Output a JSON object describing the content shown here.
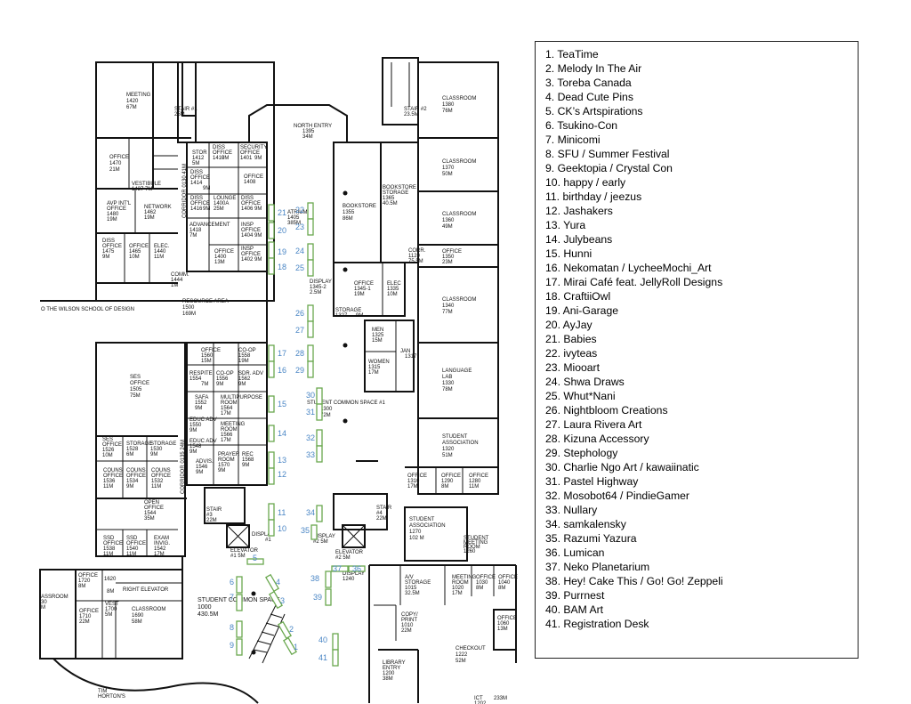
{
  "legend": [
    {
      "num": "1",
      "name": "TeaTime"
    },
    {
      "num": "2",
      "name": "Melody In The Air"
    },
    {
      "num": "3",
      "name": "Toreba Canada"
    },
    {
      "num": "4",
      "name": "Dead Cute Pins"
    },
    {
      "num": "5",
      "name": "CK’s Artspirations"
    },
    {
      "num": "6",
      "name": "Tsukino-Con"
    },
    {
      "num": "7",
      "name": "Minicomi"
    },
    {
      "num": "8",
      "name": "SFU / Summer Festival"
    },
    {
      "num": "9",
      "name": "Geektopia / Crystal Con"
    },
    {
      "num": "10",
      "name": "happy / early"
    },
    {
      "num": "11",
      "name": "birthday / jeezus"
    },
    {
      "num": "12",
      "name": "Jashakers"
    },
    {
      "num": "13",
      "name": "Yura"
    },
    {
      "num": "14",
      "name": "Julybeans"
    },
    {
      "num": "15",
      "name": "Hunni"
    },
    {
      "num": "16",
      "name": "Nekomatan / LycheeMochi_Art"
    },
    {
      "num": "17",
      "name": "Mirai Café feat. JellyRoll Designs"
    },
    {
      "num": "18",
      "name": "CraftiiOwl"
    },
    {
      "num": "19",
      "name": "Ani-Garage"
    },
    {
      "num": "20",
      "name": "AyJay"
    },
    {
      "num": "21",
      "name": "Babies"
    },
    {
      "num": "22",
      "name": "ivyteas"
    },
    {
      "num": "23",
      "name": "Miooart"
    },
    {
      "num": "24",
      "name": "Shwa Draws"
    },
    {
      "num": "25",
      "name": "Whut*Nani"
    },
    {
      "num": "26",
      "name": "Nightbloom Creations"
    },
    {
      "num": "27",
      "name": "Laura Rivera Art"
    },
    {
      "num": "28",
      "name": "Kizuna Accessory"
    },
    {
      "num": "29",
      "name": "Stephology"
    },
    {
      "num": "30",
      "name": "Charlie Ngo Art / kawaiinatic"
    },
    {
      "num": "31",
      "name": "Pastel Highway"
    },
    {
      "num": "32",
      "name": "Mosobot64 / PindieGamer"
    },
    {
      "num": "33",
      "name": "Nullary"
    },
    {
      "num": "34",
      "name": "samkalensky"
    },
    {
      "num": "35",
      "name": "Razumi Yazura"
    },
    {
      "num": "36",
      "name": "Lumican"
    },
    {
      "num": "37",
      "name": "Neko Planetarium"
    },
    {
      "num": "38",
      "name": "Hey! Cake This / Go! Go! Zeppeli"
    },
    {
      "num": "39",
      "name": "Purrnest"
    },
    {
      "num": "40",
      "name": "BAM Art"
    },
    {
      "num": "41",
      "name": "Registration Desk"
    }
  ],
  "rooms": {
    "meeting_1420": [
      "MEETING",
      "1420",
      "67M"
    ],
    "stair_1": [
      "STAIR #1",
      "25M"
    ],
    "stair_2": [
      "STAIR #2",
      "23.5M"
    ],
    "north_entry": [
      "NORTH ENTRY",
      "1395",
      "34M"
    ],
    "classroom_1380": [
      "CLASSROOM",
      "1380",
      "76M"
    ],
    "classroom_1370": [
      "CLASSROOM",
      "1370",
      "50M"
    ],
    "classroom_1360": [
      "CLASSROOM",
      "1360",
      "49M"
    ],
    "office_1350": [
      "OFFICE",
      "1350",
      "23M"
    ],
    "classroom_1340": [
      "CLASSROOM",
      "1340",
      "77M"
    ],
    "language_lab": [
      "LANGUAGE",
      "LAB",
      "1330",
      "78M"
    ],
    "student_assoc_1320": [
      "STUDENT",
      "ASSOCIATION",
      "1320",
      "51M"
    ],
    "office_1310": [
      "OFFICE",
      "1310",
      "17M"
    ],
    "office_1290": [
      "OFFICE",
      "1290",
      "8M"
    ],
    "office_1280": [
      "OFFICE",
      "1280",
      "11M"
    ],
    "student_assoc_1270": [
      "STUDENT",
      "ASSOCIATION",
      "1270",
      "102 M"
    ],
    "office_1470": [
      "OFFICE",
      "1470",
      "21M"
    ],
    "vestibule_1437": [
      "VESTIBULE",
      "1437 7M"
    ],
    "avp_intl": [
      "AVP INT'L",
      "OFFICE",
      "1480",
      "19M"
    ],
    "network_1462": [
      "NETWORK",
      "1462",
      "19M"
    ],
    "diss_1475": [
      "DISS",
      "OFFICE",
      "1475",
      "9M"
    ],
    "office_1465": [
      "OFFICE",
      "1465",
      "10M"
    ],
    "elec_1440": [
      "ELEC.",
      "1440",
      "11M"
    ],
    "comm_1444": [
      "COMM.",
      "1444",
      "1M"
    ],
    "corridor_0130": "CORRIDOR 0130 41M",
    "corridor_0135": "CORRIDOR 0135 24M",
    "stor_1412": [
      "STOR",
      "1412",
      "5M"
    ],
    "diss_1410": [
      "DISS",
      "OFFICE",
      "1410",
      "9M"
    ],
    "security_1401": [
      "SECURITY",
      "OFFICE",
      "1401",
      "9M"
    ],
    "diss_1414": [
      "DISS",
      "OFFICE",
      "1414",
      "9M"
    ],
    "office_1408": [
      "OFFICE",
      "1408"
    ],
    "diss_1416": [
      "DISS",
      "OFFICE",
      "1416",
      "9M"
    ],
    "lounge_1400a": [
      "LOUNGE",
      "1400A",
      "25M"
    ],
    "diss_1406": [
      "DISS",
      "OFFICE",
      "1406",
      "9M"
    ],
    "advancement_1418": [
      "ADVANCEMENT",
      "1418",
      "7M"
    ],
    "office_1400": [
      "OFFICE",
      "1400",
      "13M"
    ],
    "insp_1404": [
      "INSP",
      "OFFICE",
      "1404",
      "9M"
    ],
    "insp_1402": [
      "INSP",
      "OFFICE",
      "1402",
      "9M"
    ],
    "atrium_1405": [
      "ATRIUM",
      "1405",
      "385M"
    ],
    "bookstore_1355": [
      "BOOKSTORE",
      "1355",
      "86M"
    ],
    "bookstore_storage": [
      "BOOKSTORE",
      "STORAGE",
      "1365",
      "40.5M"
    ],
    "corr_1120": [
      "CORR.",
      "1120",
      "75.5M"
    ],
    "display_1345": [
      "DISPLAY",
      "1345-2",
      "2.5M"
    ],
    "office_1345": [
      "OFFICE",
      "1345-1",
      "19M"
    ],
    "elec_1335": [
      "ELEC",
      "1335",
      "10M"
    ],
    "storage_1327": [
      "STORAGE",
      "1327",
      "9M"
    ],
    "men_1325": [
      "MEN",
      "1325",
      "15M"
    ],
    "women_1315": [
      "WOMEN",
      "1315",
      "17M"
    ],
    "jan_1317": [
      "JAN",
      "1317"
    ],
    "wilson_link": "O THE WILSON SCHOOL OF DESIGN",
    "resource_area": [
      "RESOURCE AREA",
      "1500",
      "169M"
    ],
    "ses_office": [
      "SES",
      "OFFICE",
      "1505",
      "75M"
    ],
    "office_1560": [
      "OFFICE",
      "1560",
      "15M"
    ],
    "coop_1558": [
      "CO-OP",
      "1558",
      "19M"
    ],
    "respite_1554": [
      "RESPITE",
      "1554",
      "7M"
    ],
    "coop_1556": [
      "CO-OP",
      "1556",
      "9M"
    ],
    "sdr_adv_1562": [
      "SDR. ADV",
      "1562",
      "9M"
    ],
    "safa_1552": [
      "SAFA",
      "1552",
      "9M"
    ],
    "multipurpose_1564": [
      "MULTIPURPOSE",
      "ROOM",
      "1564",
      "17M"
    ],
    "educ_adv_1550": [
      "EDUC ADV",
      "1550",
      "9M"
    ],
    "meeting_1566": [
      "MEETING",
      "ROOM",
      "1566",
      "17M"
    ],
    "educ_adv_1548": [
      "EDUC ADV",
      "1548",
      "9M"
    ],
    "advis_1546": [
      "ADVIS.",
      "1546",
      "9M"
    ],
    "prayer_1570": [
      "PRAYER",
      "ROOM",
      "1570",
      "9M"
    ],
    "rec_1568": [
      "REC",
      "1568",
      "9M"
    ],
    "ses_office_1526": [
      "SES",
      "OFFICE",
      "1526",
      "10M"
    ],
    "storage_1528": [
      "STORAGE",
      "1528",
      "6M"
    ],
    "storage_1530": [
      "STORAGE",
      "1530",
      "9M"
    ],
    "couns_1536": [
      "COUNS",
      "OFFICE",
      "1536",
      "11M"
    ],
    "couns_1534": [
      "COUNS",
      "OFFICE",
      "1534",
      "9M"
    ],
    "couns_1532": [
      "COUNS",
      "OFFICE",
      "1532",
      "11M"
    ],
    "open_office_1544": [
      "OPEN",
      "OFFICE",
      "1544",
      "35M"
    ],
    "ssd_1538": [
      "SSD",
      "OFFICE",
      "1538",
      "11M"
    ],
    "ssd_1540": [
      "SSD",
      "OFFICE",
      "1540",
      "11M"
    ],
    "exam_1542": [
      "EXAM",
      "INVIG.",
      "1542",
      "17M"
    ],
    "stair_3": [
      "STAIR",
      "#3",
      "22M"
    ],
    "elevator_1": [
      "ELEVATOR",
      "#1 5M"
    ],
    "display_1": [
      "DISPLAY",
      "#1"
    ],
    "display_2": [
      "DISPLAY",
      "#2 5M"
    ],
    "elevator_2": [
      "ELEVATOR",
      "#2 5M"
    ],
    "display_1240": [
      "DISPLAY",
      "1240"
    ],
    "student_common_1": [
      "STUDENT COMMON SPACE #1",
      "1300",
      "72M"
    ],
    "office_1720": [
      "OFFICE",
      "1720",
      "8M"
    ],
    "office_1620": [
      "1620",
      "8M"
    ],
    "right_elevator": "RIGHT ELEVATOR",
    "classroom_1730": [
      "ASSROOM",
      "30",
      "M"
    ],
    "office_1710": [
      "OFFICE",
      "1710",
      "22M"
    ],
    "vest_1700": [
      "VEST",
      "1700",
      "5M"
    ],
    "classroom_1690": [
      "CLASSROOM",
      "1690",
      "58M"
    ],
    "student_common_1000": [
      "STUDENT COMMON SPACE",
      "1000",
      "430.5M"
    ],
    "av_storage_1015": [
      "A/V",
      "STORAGE",
      "1015",
      "32.5M"
    ],
    "meeting_1020": [
      "MEETING",
      "ROOM",
      "1020",
      "17M"
    ],
    "office_1030": [
      "OFFICE",
      "1030",
      "8M"
    ],
    "office_1040": [
      "OFFICE",
      "1040",
      "8M"
    ],
    "student_meeting_1260": [
      "STUDENT",
      "MEETING",
      "ROOM",
      "1260"
    ],
    "copy_print_1010": [
      "COPY/",
      "PRINT",
      "1010",
      "22M"
    ],
    "office_1060": [
      "OFFICE",
      "1060",
      "13M"
    ],
    "checkout_1222": [
      "CHECKOUT",
      "1222",
      "52M"
    ],
    "library_entry": [
      "LIBRARY",
      "ENTRY",
      "1200",
      "38M"
    ],
    "tim_hortons": [
      "TIM",
      "HORTON'S"
    ],
    "ict_1202": [
      "ICT",
      "1202"
    ],
    "area_233m": "233M",
    "stair_4": [
      "STAIR",
      "#4",
      "22M"
    ]
  },
  "colors": {
    "booth_outline": "#6aa84f",
    "booth_number": "#4a86c5",
    "walls": "#111111"
  }
}
